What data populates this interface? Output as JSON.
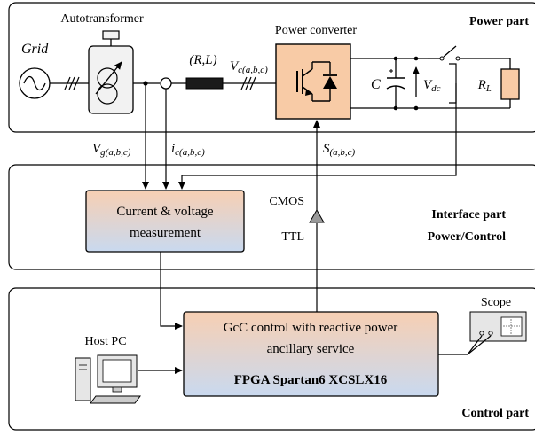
{
  "sections": {
    "power": "Power part",
    "interface_line1": "Interface part",
    "interface_line2": "Power/Control",
    "control": "Control part"
  },
  "labels": {
    "autotransformer": "Autotransformer",
    "grid": "Grid",
    "rl": "(R,L)",
    "vc": "V",
    "vc_sub": "c(a,b,c)",
    "power_converter": "Power converter",
    "cap": "C",
    "vdc": "V",
    "vdc_sub": "dc",
    "rload": "R",
    "rload_sub": "L",
    "vg": "V",
    "vg_sub": "g(a,b,c)",
    "ic": "i",
    "ic_sub": "c(a,b,c)",
    "s": "S",
    "s_sub": "(a,b,c)",
    "cmos": "CMOS",
    "ttl": "TTL",
    "scope": "Scope",
    "host_pc": "Host PC"
  },
  "measurement": {
    "line1": "Current & voltage",
    "line2": "measurement"
  },
  "control_box": {
    "line1": "GcC control with reactive power",
    "line2": "ancillary service",
    "fpga": "FPGA Spartan6 XCSLX16"
  },
  "colors": {
    "converter_fill": "#f8cba6",
    "grad_top": "#f7cfb3",
    "grad_bottom": "#c9d9ef",
    "panel_fill": "#f2f2f2",
    "buffer_fill": "#999999",
    "outline": "#000000"
  }
}
